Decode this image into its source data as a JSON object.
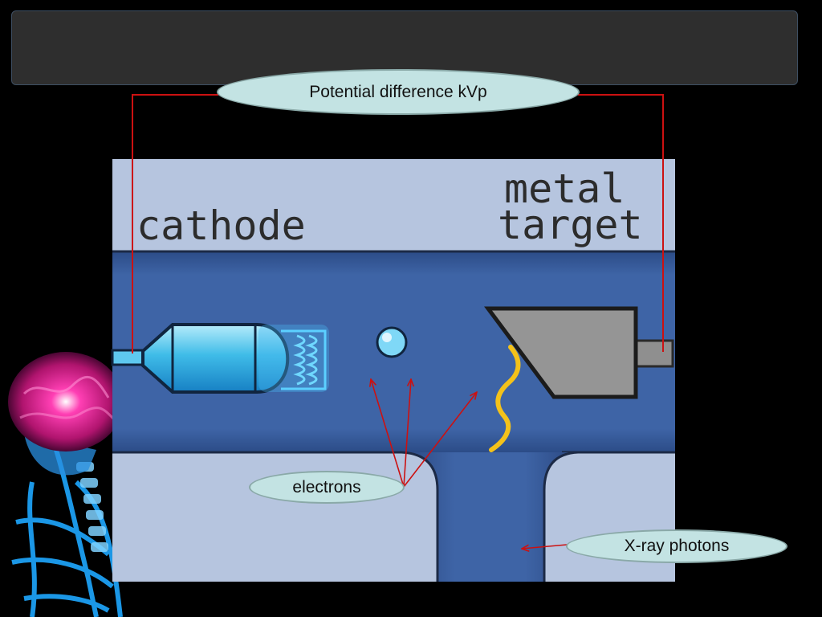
{
  "labels": {
    "potential_difference": "Potential difference kVp",
    "electrons": "electrons",
    "xray_photons": "X-ray photons"
  },
  "image_text": {
    "cathode": "cathode",
    "metal": "metal",
    "target": "target"
  },
  "colors": {
    "background": "#000000",
    "title_bar": "#2e2e2e",
    "oval_fill": "#c3e3e3",
    "wire": "#cc1111",
    "tube_blue": "#3d62a3",
    "panel_light": "#b5c4df",
    "xray_wave": "#f4c21a"
  }
}
